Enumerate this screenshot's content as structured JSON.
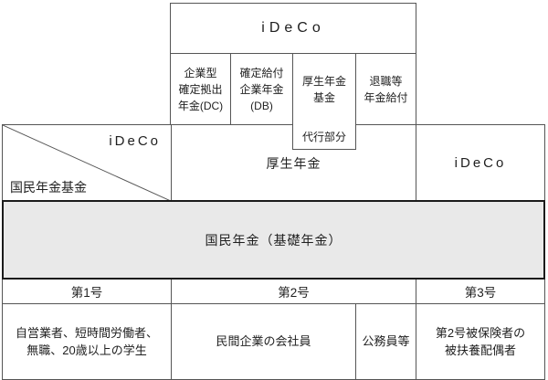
{
  "top_tier": {
    "ideco": "iDeCo"
  },
  "second_tier": {
    "corporate_dc": "企業型\n確定拠出\n年金(DC)",
    "defined_benefit_db": "確定給付\n企業年金\n(DB)",
    "kosei_fund": "厚生年金\n基金",
    "retirement_benefit": "退職等\n年金給付"
  },
  "first_tier": {
    "daiko": "代行部分",
    "ideco_self": "iDeCo",
    "kokumin_fund": "国民年金基金",
    "kosei_nenkin": "厚生年金",
    "ideco_spouse": "iDeCo"
  },
  "base_tier": {
    "kokumin_nenkin": "国民年金（基礎年金）"
  },
  "insured_categories": {
    "no1": "第1号",
    "no2": "第2号",
    "no3": "第3号"
  },
  "occupations": {
    "self_employed": "自営業者、短時間労働者、\n無職、20歳以上の学生",
    "company_employee": "民間企業の会社員",
    "civil_servant": "公務員等",
    "dependent_spouse": "第2号被保険者の\n被扶養配偶者"
  },
  "colors": {
    "line": "#555555",
    "band_border": "#1b1b1b",
    "band_fill": "#e9e9e9",
    "text": "#1f1f1f"
  }
}
